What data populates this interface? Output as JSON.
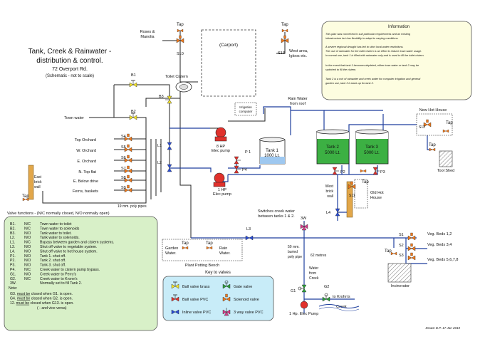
{
  "title": {
    "line1": "Tank, Creek & Rainwater  -",
    "line2": "distribution & control.",
    "line3": "72 Overport Rd.",
    "line4": "(Schematic - not to scale)"
  },
  "info": {
    "heading": "Information",
    "p1": [
      "This plan was conceived to suit particular requirements and an existing",
      "infrastructure but has flexibility to adapt to varying conditions."
    ],
    "p2": [
      "A severe  regional drought has led to strict local water restrictions.",
      "The use of rainwater for the toilet cistern is an effort to reduce town water usage.",
      "In normal use, tank 1 is filled with rainwater only and is used to fill the toilet cistern."
    ],
    "p3": [
      "In the event that tank 1 becomes depleted, either town water or tank 2 may be",
      "switched to fill the cistern."
    ],
    "p4": [
      "Tank 2 is a mix of rainwater and creek water for computer irrigation and  general",
      "garden use, tank 3 is back-up for tank 2."
    ]
  },
  "labels": {
    "tap": "Tap",
    "roses": "Roses &",
    "manolia": "Manolia",
    "carport": "(Carport)",
    "west_area": "West area,",
    "igloos": "Igloos etc.",
    "toilet_cistern": "Toilet Cistern",
    "town_water": "Town water",
    "irrigation": "Irrigation",
    "computer": "computer",
    "rain_water": "Rain Water",
    "from_roof": "from roof",
    "new_hot_house": "New Hot House",
    "tool_shed": "Tool Shed",
    "tank1a": "Tank  1",
    "tank1b": "1000 Lt.",
    "tank2a": "Tank  2",
    "tank2b": "5000 Lt.",
    "tank3a": "Tank  3",
    "tank3b": "5000 Lt.",
    "pump8a": "8 HP",
    "pump8b": "Elec pump",
    "pump1a": "1 HP",
    "pump1b": "Elec pump",
    "east1": "East",
    "east2": "brick",
    "east3": "wall",
    "west1": "West",
    "west2": "brick",
    "west3": "wall",
    "old_hot1": "Old Hot",
    "old_hot2": "House",
    "poly19": "19  mm.  poly pipes",
    "switches1": "Switches creek water",
    "switches2": "between tanks 1 & 2.",
    "garden_water1": "Garden",
    "garden_water2": "Water.",
    "rain_water1": "Rain",
    "rain_water2": "Water.",
    "potting_bench": "Plant Potting Bench",
    "poly50a": "50  mm.",
    "poly50b": "buried",
    "poly50c": "poly pipe",
    "metres62": "62 metres",
    "water_creek1": "Water",
    "water_creek2": "from",
    "water_creek3": "Creek",
    "to_krohn": "to Krohn's",
    "creek": "Creek",
    "elec_pump_1hp": "1 Hp. Elec Pump",
    "incinerator": "Incinerator",
    "veg12": "Veg. Beds 1,2",
    "veg34": "Veg. Beds 3,4",
    "veg5678": "Veg. Beds 5,6,7,8",
    "drawn": "Drawn  D.P.  17 Jan  2010",
    "outlets": [
      "Top Orchard",
      "W. Orchard",
      "E. Orchard",
      "N. Top flat",
      "E. Below drive",
      "Ferns, baskets"
    ]
  },
  "valves": {
    "s10": "S10",
    "s13": "S13",
    "b1": "B1",
    "b2": "B2",
    "b3": "B3",
    "s4": "S4",
    "s5": "S5",
    "s6": "S6",
    "s7": "S7",
    "s8": "S8",
    "s9": "S9",
    "l1": "L1",
    "l2": "L2",
    "l3": "L3",
    "l4": "L4",
    "p1": "P 1",
    "p2": "P2",
    "p3": "P3",
    "p4": "P4",
    "s11": "S11",
    "s12": "S12",
    "w3": "3W",
    "s1": "S1",
    "s2": "S2",
    "s3": "S3",
    "g1": "G1",
    "g2": "G2"
  },
  "valve_functions": {
    "heading": "Valve functions - (N/C normally closed, N/O normally open)",
    "rows": [
      [
        "B1.",
        "N/C",
        "Town water to toilet"
      ],
      [
        "B2.",
        "N/C",
        "Town water to solenoids"
      ],
      [
        "B3.",
        "N/O",
        "Tank water to toilet."
      ],
      [
        "L2.",
        "N/O",
        "Tank water to solenoids."
      ],
      [
        "L1.",
        "N/C",
        "Bypass between garden and cistern systems."
      ],
      [
        "L3.",
        "N/O",
        "Shut off valve to vegetable system."
      ],
      [
        "L4.",
        "N/O",
        "Shut off valve to hot house system."
      ],
      [
        "P1.",
        "N/O",
        "Tank 1. shut off."
      ],
      [
        "P2.",
        "N/O",
        "Tank 2. shut off."
      ],
      [
        "P3.",
        "N/O",
        "Tank 3. shut off."
      ],
      [
        "P4.",
        "N/C",
        "Creek water to cistern pump bypass."
      ],
      [
        "G1.",
        "N/O",
        "Creek water to Perry's"
      ],
      [
        "G2.",
        "N/C",
        "Creek water to Krone's"
      ],
      [
        "3W.",
        "",
        "Normally set to fill Tank 2."
      ]
    ],
    "note": "Note:",
    "note_lines": [
      [
        "G3.",
        "must be",
        " closed when G1. is open."
      ],
      [
        "G4.",
        "must be",
        " closed when G2. is open."
      ],
      [
        "12.",
        "must be",
        " closed when G13. is open."
      ]
    ],
    "note_tail": "( - and vice versa)"
  },
  "key": {
    "heading": "Key to valves",
    "items": [
      "Ball valve brass",
      "Gate valve",
      "Ball valve PVC",
      "Solenoid valve",
      "Inline valve PVC",
      "3 way valve PVC"
    ]
  },
  "colors": {
    "pipe": "#1f3f9e",
    "solenoid": "#f07a1c",
    "brass": "#f4e32c",
    "gate": "#2e9e3c",
    "pvc": "#e0312c",
    "inline": "#2a4cd6",
    "threeway": "#d63c8a",
    "tank2": "#3cb043",
    "info_bg": "#fdfde0",
    "functions_bg": "#d8f0c8",
    "key_bg": "#c8ecf8"
  }
}
